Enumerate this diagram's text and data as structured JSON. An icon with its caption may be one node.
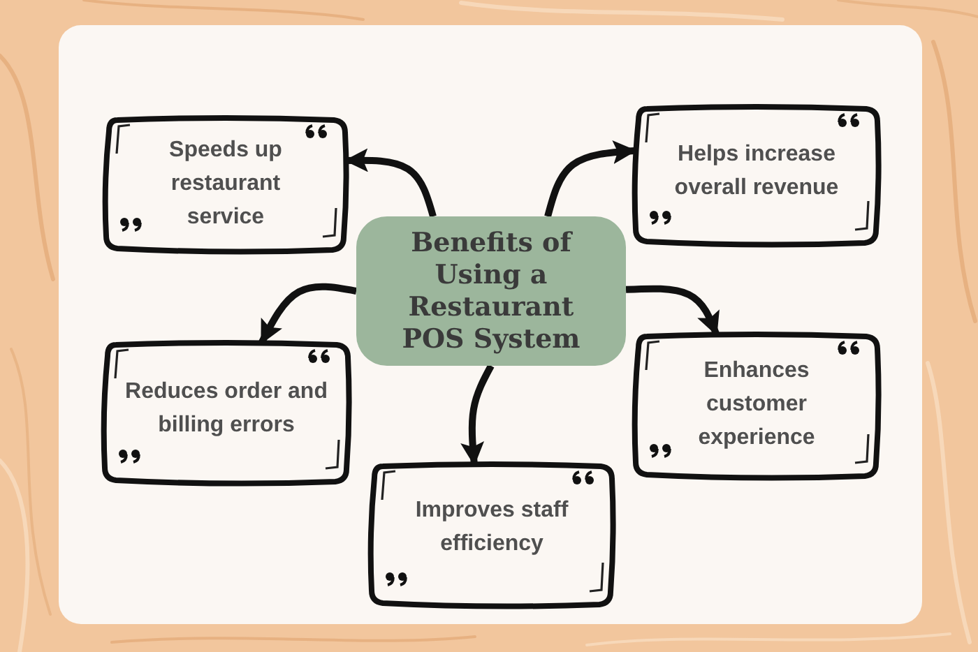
{
  "diagram": {
    "nodes": [
      {
        "text": [
          "Benefits of Using a Restaurant POS System"
        ]
      },
      {
        "text": [
          "Speeds up restaurant service"
        ]
      },
      {
        "text": [
          "Helps increase overall revenue"
        ]
      },
      {
        "text": [
          "Reduces order and billing errors"
        ]
      },
      {
        "text": [
          "Enhances customer experience"
        ]
      },
      {
        "text": [
          "Improves staff efficiency"
        ]
      }
    ],
    "edges": [
      {
        "from": 0,
        "to": 1,
        "arrow": "to"
      },
      {
        "from": 0,
        "to": 2,
        "arrow": "to"
      },
      {
        "from": 0,
        "to": 3,
        "arrow": "to"
      },
      {
        "from": 0,
        "to": 4,
        "arrow": "to"
      },
      {
        "from": 0,
        "to": 5,
        "arrow": "to"
      }
    ]
  }
}
